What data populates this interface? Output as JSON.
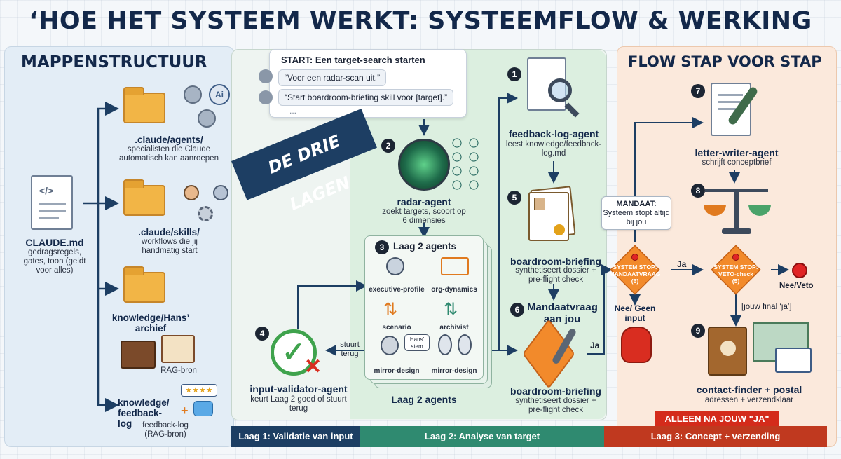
{
  "title": "‘HOE HET SYSTEEM WERKT: SYSTEEMFLOW & WERKING",
  "left_panel": {
    "heading": "MAPPENSTRUCTUUR",
    "root": {
      "name": "CLAUDE.md",
      "desc": "gedragsregels, gates, toon (geldt voor alles)"
    },
    "folders": [
      {
        "name": ".claude/agents/",
        "desc": "specialisten die Claude automatisch kan aanroepen"
      },
      {
        "name": ".claude/skills/",
        "desc": "workflows die jij handmatig start"
      },
      {
        "name": "knowledge/Hans’ archief",
        "desc": "RAG-bron"
      },
      {
        "name": "knowledge/ feedback-log",
        "desc": "feedback-log (RAG-bron)"
      }
    ],
    "ai_icon_text": "Ai"
  },
  "start": {
    "title": "START: Een target-search starten",
    "messages": [
      "“Voer een radar-scan uit.”",
      "“Start boardroom-briefing skill voor [target].”"
    ],
    "ellipsis": "..."
  },
  "banner": "DE DRIE LAGEN",
  "radar": {
    "num": "2",
    "name": "radar-agent",
    "desc": "zoekt targets, scoort op 6 dimensies"
  },
  "layer2": {
    "num": "3",
    "title": "Laag 2 agents",
    "footer": "Laag 2 agents",
    "agents": [
      "executive-profile",
      "org-dynamics",
      "scenario",
      "archivist",
      "mirror-design",
      "mirror-design"
    ],
    "stem_bubble": "Hans' stem"
  },
  "validator": {
    "num": "4",
    "name": "input-validator-agent",
    "desc": "keurt Laag 2 goed of stuurt terug",
    "return_label": "stuurt terug"
  },
  "feedback_agent": {
    "num": "1",
    "name": "feedback-log-agent",
    "desc": "leest knowledge/feedback-log.md"
  },
  "briefing_1": {
    "num": "5",
    "name": "boardroom-briefing",
    "desc": "synthetiseert dossier + pre-flight check"
  },
  "mandaat": {
    "num": "6",
    "name": "Mandaatvraag aan jou",
    "ja": "Ja"
  },
  "briefing_2": {
    "name": "boardroom-briefing",
    "desc": "synthetiseert dossier + pre-flight check"
  },
  "callout": {
    "title": "MANDAAT:",
    "text": "Systeem stopt altijd bij jou"
  },
  "stop_1": {
    "line1": "SYSTEM STOP:",
    "line2": "MANDAATVRAAG",
    "line3": "(6)",
    "nee": "Nee/ Geen input",
    "ja": "Ja"
  },
  "stop_2": {
    "line1": "SYSTEM STOP:",
    "line2": "VETO-check",
    "line3": "(5)",
    "nee": "Nee/Veto",
    "final": "[jouw final ‘ja’]"
  },
  "right_panel": {
    "heading": "FLOW STAP VOOR STAP",
    "letter": {
      "num": "7",
      "name": "letter-writer-agent",
      "desc": "schrijft conceptbrief"
    },
    "scale_num": "8",
    "contact": {
      "num": "9",
      "name": "contact-finder + postal",
      "desc": "adressen + verzendklaar"
    }
  },
  "bottom": {
    "alleen": "ALLEEN NA JOUW \"JA\"",
    "bars": [
      {
        "label": "Laag 1: Validatie van input",
        "color": "#1d3e63"
      },
      {
        "label": "Laag 2: Analyse van target",
        "color": "#2f8a70"
      },
      {
        "label": "Laag 3: Concept + verzending",
        "color": "#c0391f"
      }
    ]
  },
  "colors": {
    "navy": "#13284a",
    "orange": "#f28a2b",
    "green": "#2f8a70",
    "red": "#c0391f"
  }
}
